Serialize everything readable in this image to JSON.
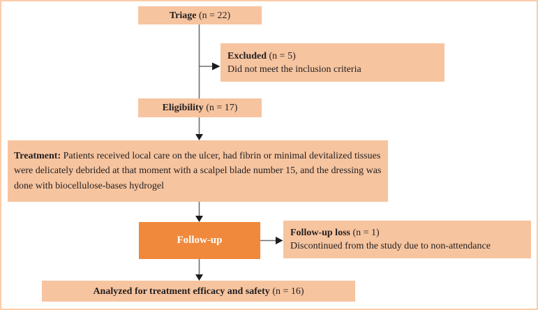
{
  "colors": {
    "page-border": "#fbcda9",
    "box-fill": "#f6c49f",
    "accent-fill": "#f0893c",
    "accent-text": "#ffffff",
    "text": "#231f20",
    "line": "#6d6e70",
    "arrowhead": "#1c1c1c"
  },
  "diagram": {
    "nodes": {
      "triage": {
        "bold": "Triage",
        "rest": " (n = 22)"
      },
      "excluded": {
        "bold": "Excluded",
        "rest": " (n = 5)",
        "body": "Did not meet the inclusion criteria"
      },
      "eligibility": {
        "bold": "Eligibility",
        "rest": " (n = 17)"
      },
      "treatment": {
        "bold": "Treatment:",
        "rest": " Patients received local care on the ulcer, had fibrin or minimal devitalized tissues were delicately debrided at that moment with a scalpel blade number 15, and the dressing was done with biocellulose-bases hydrogel"
      },
      "followup": {
        "label": "Follow-up"
      },
      "followup_loss": {
        "bold": "Follow-up loss",
        "rest": " (n = 1)",
        "body": "Discontinued from the study due to non-attendance"
      },
      "analyzed": {
        "bold": "Analyzed for treatment efficacy and safety",
        "rest": " (n = 16)"
      }
    }
  }
}
